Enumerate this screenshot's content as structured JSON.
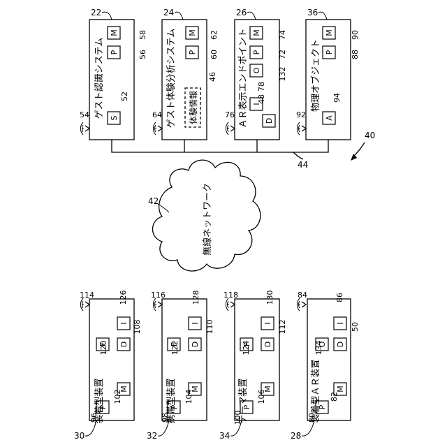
{
  "figure_ref": "40",
  "network": {
    "label": "無線ネットワーク",
    "ref": "42",
    "bus_ref": "44"
  },
  "top_devices": [
    {
      "title": "ゲスト認識システム",
      "ref": "22",
      "antenna_ref": "54",
      "modules": [
        {
          "letter": "M",
          "ref": "58"
        },
        {
          "letter": "P",
          "ref": "56"
        },
        {
          "letter": "S",
          "ref": "52"
        }
      ]
    },
    {
      "title": "ゲスト体験分析システム",
      "ref": "24",
      "antenna_ref": "64",
      "modules": [
        {
          "letter": "M",
          "ref": "62"
        },
        {
          "letter": "P",
          "ref": "60"
        }
      ],
      "experience": {
        "label": "体験情報",
        "ref": "46"
      }
    },
    {
      "title": "ＡＲ表示エンドポイント",
      "ref": "26",
      "antenna_ref": "76",
      "modules": [
        {
          "letter": "M",
          "ref": "74"
        },
        {
          "letter": "P",
          "ref": "72"
        },
        {
          "letter": "O",
          "ref": "132"
        },
        {
          "letter": "I",
          "ref": "78"
        },
        {
          "letter": "D",
          "ref": "48"
        }
      ]
    },
    {
      "title": "物理オブジェクト",
      "ref": "36",
      "antenna_ref": "92",
      "modules": [
        {
          "letter": "M",
          "ref": "90"
        },
        {
          "letter": "P",
          "ref": "88"
        },
        {
          "letter": "A",
          "ref": "94"
        }
      ]
    }
  ],
  "bottom_devices": [
    {
      "title": "装着型装置",
      "ref": "30",
      "antenna_ref": "114",
      "modules": [
        {
          "letter": "P",
          "ref": "96"
        },
        {
          "letter": "M",
          "ref": "102"
        },
        {
          "letter": "F",
          "ref": "120"
        },
        {
          "letter": "I",
          "ref": "126"
        },
        {
          "letter": "D",
          "ref": "108"
        }
      ]
    },
    {
      "title": "携帯型装置",
      "ref": "32",
      "antenna_ref": "116",
      "modules": [
        {
          "letter": "P",
          "ref": "98"
        },
        {
          "letter": "M",
          "ref": "104"
        },
        {
          "letter": "F",
          "ref": "122"
        },
        {
          "letter": "I",
          "ref": "128"
        },
        {
          "letter": "D",
          "ref": "110"
        }
      ]
    },
    {
      "title": "テーマ装置",
      "ref": "34",
      "antenna_ref": "118",
      "modules": [
        {
          "letter": "P",
          "ref": "100"
        },
        {
          "letter": "M",
          "ref": "106"
        },
        {
          "letter": "F",
          "ref": "124"
        },
        {
          "letter": "I",
          "ref": "130"
        },
        {
          "letter": "D",
          "ref": "112"
        }
      ]
    },
    {
      "title": "装着型ＡＲ装置",
      "ref": "28",
      "antenna_ref": "84",
      "modules": [
        {
          "letter": "P",
          "ref": "80"
        },
        {
          "letter": "M",
          "ref": "82"
        },
        {
          "letter": "O",
          "ref": "134"
        },
        {
          "letter": "I",
          "ref": "86"
        },
        {
          "letter": "D",
          "ref": "50"
        }
      ]
    }
  ]
}
